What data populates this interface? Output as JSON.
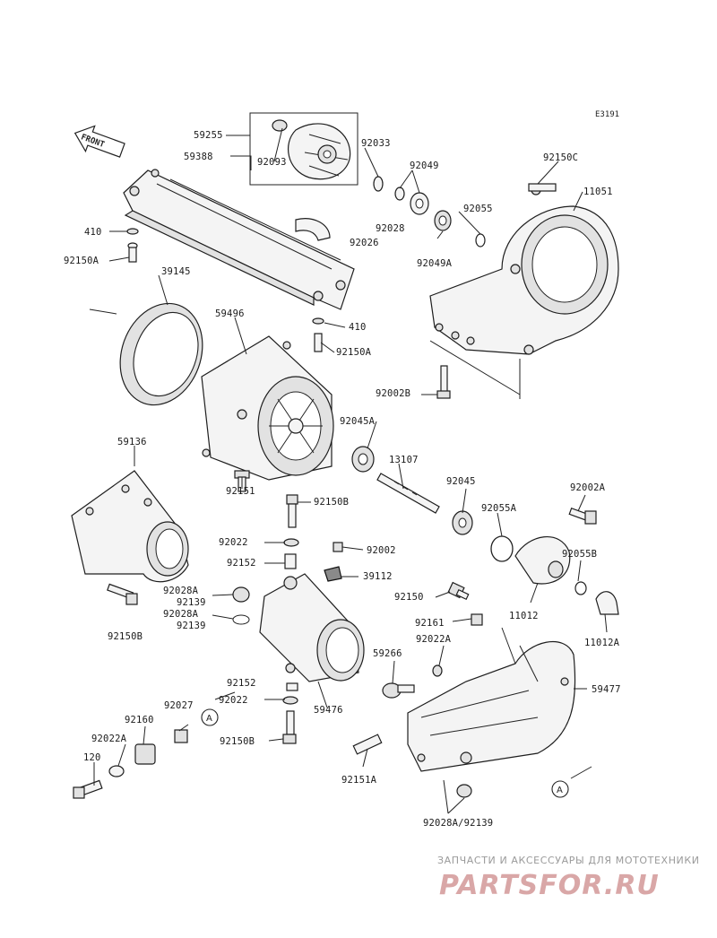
{
  "diagram_code": "E3191",
  "front_label": "FRONT",
  "parts": {
    "p59255": "59255",
    "p59388": "59388",
    "p92093": "92093",
    "p92033": "92033",
    "p92049": "92049",
    "p92028": "92028",
    "p92026": "92026",
    "p92055": "92055",
    "p92049A": "92049A",
    "p92150C": "92150C",
    "p11051": "11051",
    "p410a": "410",
    "p92150Aa": "92150A",
    "p39145": "39145",
    "p59496": "59496",
    "p410b": "410",
    "p92150Ab": "92150A",
    "p92002B": "92002B",
    "p92045A": "92045A",
    "p59136": "59136",
    "p13107": "13107",
    "p92151": "92151",
    "p92150Ba": "92150B",
    "p92045": "92045",
    "p92055A": "92055A",
    "p92002A": "92002A",
    "p92022a": "92022",
    "p92002": "92002",
    "p92152a": "92152",
    "p39112": "39112",
    "p92055B": "92055B",
    "p92028Aa": "92028A",
    "p92139a": "92139",
    "p92028Ab": "92028A",
    "p92139b": "92139",
    "p92150": "92150",
    "p11012": "11012",
    "p11012A": "11012A",
    "p92150Bb": "92150B",
    "p92161": "92161",
    "p92022A": "92022A",
    "p59266": "59266",
    "p59477": "59477",
    "p92152b": "92152",
    "p92022b": "92022",
    "p59476": "59476",
    "p92027": "92027",
    "p92160": "92160",
    "p92022Ab": "92022A",
    "p92150Bc": "92150B",
    "p120": "120",
    "p92151A": "92151A",
    "p92028A92139": "92028A/92139"
  },
  "callouts": {
    "a1": "A",
    "a2": "A"
  },
  "watermark": {
    "tagline": "ЗАПЧАСТИ И АКСЕССУАРЫ ДЛЯ МОТОТЕХНИКИ",
    "logo": "PARTSFOR.RU"
  }
}
